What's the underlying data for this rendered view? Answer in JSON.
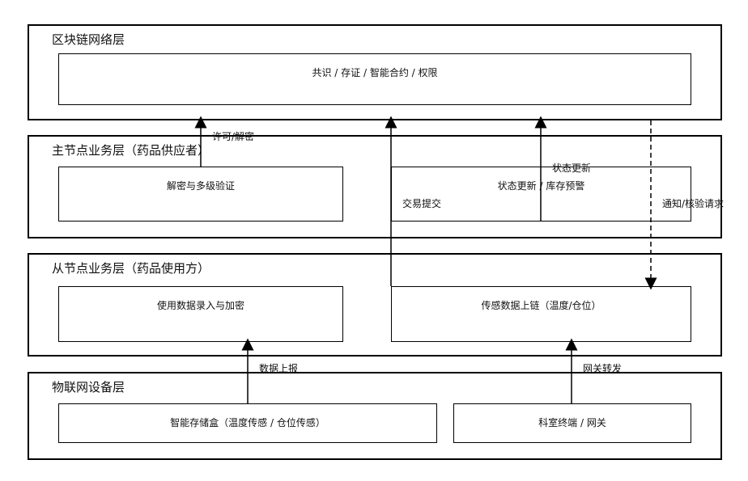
{
  "layers": {
    "blockchain": {
      "title": "区块链网络层",
      "box": "共识 / 存证 / 智能合约 / 权限"
    },
    "master": {
      "title": "主节点业务层（药品供应者）",
      "box_left": "解密与多级验证",
      "box_right": "状态更新 / 库存预警"
    },
    "slave": {
      "title": "从节点业务层（药品使用方）",
      "box_left": "使用数据录入与加密",
      "box_right": "传感数据上链（温度/仓位）"
    },
    "iot": {
      "title": "物联网设备层",
      "box_left": "智能存储盒（温度传感 / 仓位传感）",
      "box_right": "科室终端 / 网关"
    }
  },
  "edge_labels": {
    "verify_decrypt": "许可/解密",
    "tx_submit": "交易提交",
    "status_update": "状态更新",
    "notify_request": "通知/核验请求",
    "data_report": "数据上报",
    "gateway_forward": "网关转发"
  }
}
